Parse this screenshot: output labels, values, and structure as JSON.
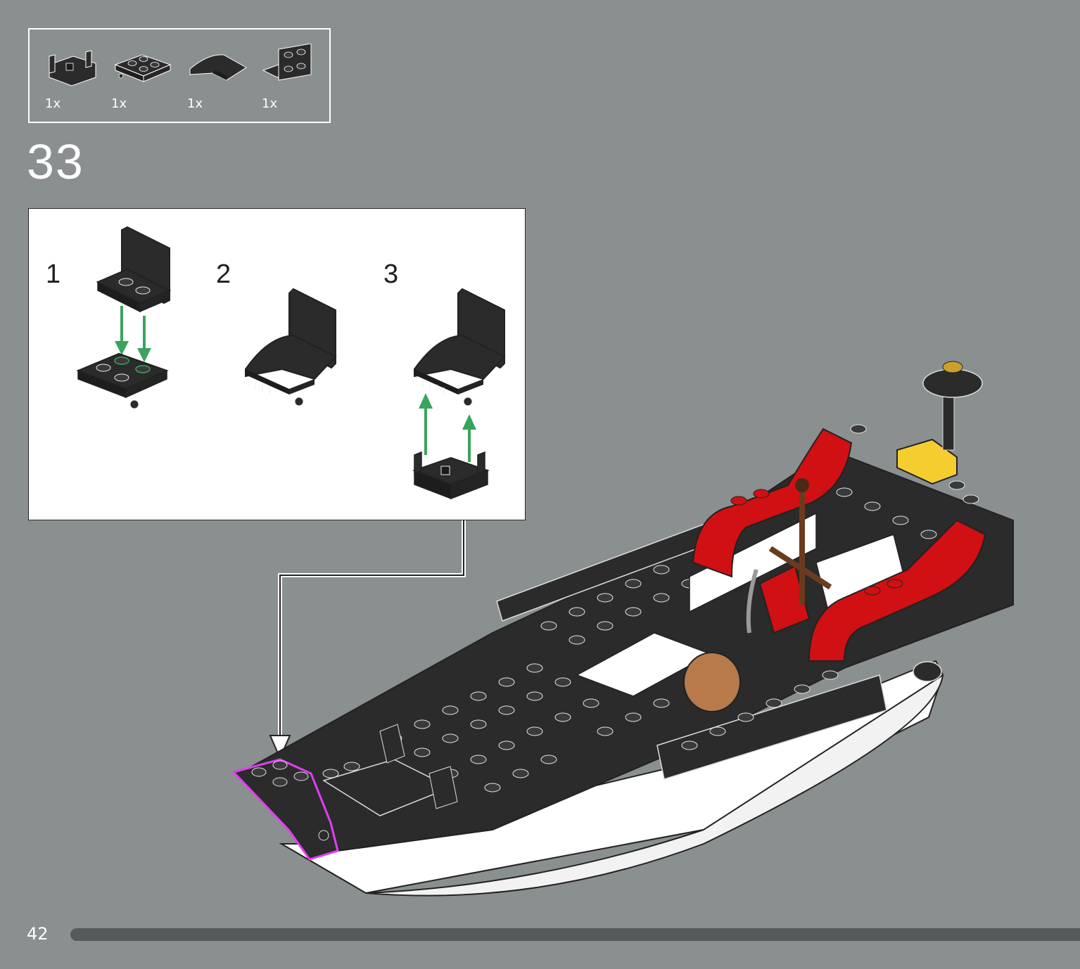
{
  "parts_list": {
    "items": [
      {
        "icon": "bracket-plate-icon",
        "qty": "1x"
      },
      {
        "icon": "plate-2x2-pins-icon",
        "qty": "1x"
      },
      {
        "icon": "curved-slope-icon",
        "qty": "1x"
      },
      {
        "icon": "bracket-2x2-icon",
        "qty": "1x"
      }
    ]
  },
  "step": {
    "number": "33"
  },
  "substeps": [
    {
      "number": "1"
    },
    {
      "number": "2"
    },
    {
      "number": "3"
    }
  ],
  "colors": {
    "background": "#8a8f90",
    "brick_black": "#2b2b2b",
    "brick_red": "#d01012",
    "brick_yellow": "#f5cd2f",
    "arrow_green": "#3aa35e",
    "highlight_magenta": "#e23ef2"
  },
  "footer": {
    "page_number": "42",
    "progress": 0.42
  }
}
